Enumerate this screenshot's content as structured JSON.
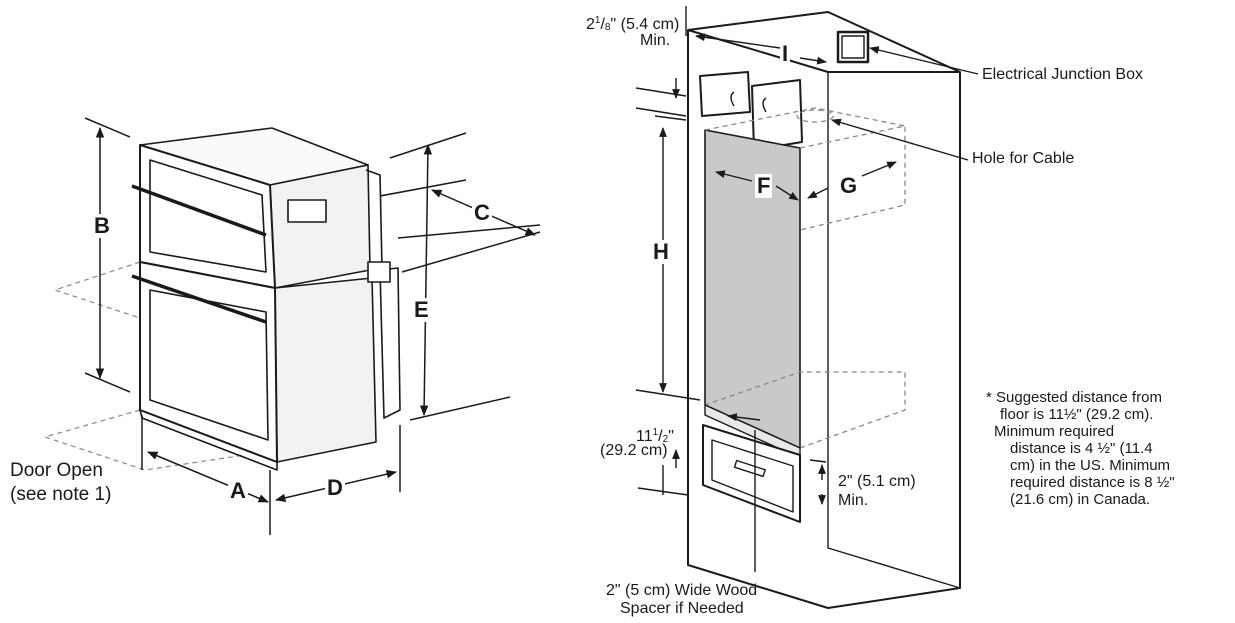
{
  "letters": {
    "a": "A",
    "b": "B",
    "c": "C",
    "d": "D",
    "e": "E",
    "f": "F",
    "g": "G",
    "h": "H",
    "i": "I"
  },
  "labels": {
    "top_clearance_whole": "2",
    "top_clearance_num": "1",
    "top_clearance_den": "8",
    "top_clearance_rest": "\" (5.4 cm)",
    "top_clearance_min": "Min.",
    "junction_box": "Electrical Junction Box",
    "hole_for_cable": "Hole for Cable",
    "floor_whole": "11",
    "floor_num": "1",
    "floor_den": "2",
    "floor_rest": "\"",
    "floor_metric": "(29.2 cm)",
    "drawer_gap": "2\" (5.1 cm)",
    "drawer_gap_min": "Min.",
    "spacer_line1": "2\" (5 cm) Wide Wood",
    "spacer_line2": "Spacer if Needed",
    "door_open_line1": "Door Open",
    "door_open_line2": "(see note 1)"
  },
  "note": {
    "line1": "*  Suggested distance from",
    "line2": "floor is 11½\" (29.2 cm).",
    "line3": "Minimum required",
    "line4": "distance is 4 ½\" (11.4",
    "line5": "cm) in the US. Minimum",
    "line6": "required distance is 8 ½\"",
    "line7": "(21.6 cm) in Canada."
  }
}
